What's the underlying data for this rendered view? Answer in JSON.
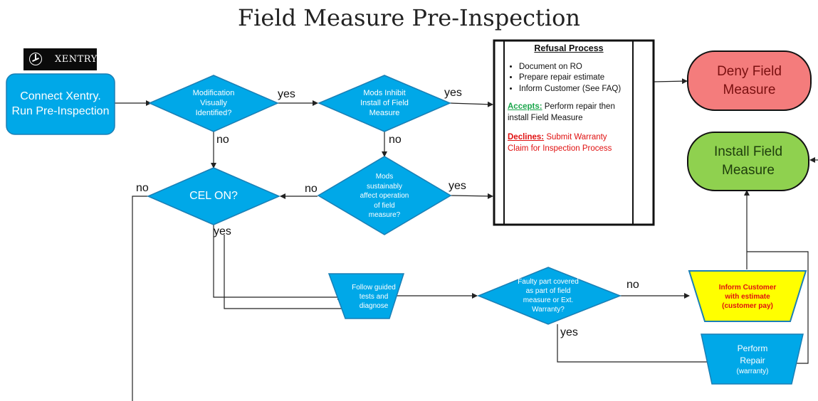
{
  "title": "Field Measure Pre-Inspection",
  "logo": {
    "brand": "XENTRY",
    "icon": "mercedes-star-icon"
  },
  "colors": {
    "process": "#00a8e8",
    "deny": "#f47c7c",
    "install": "#8fd14f",
    "inform": "#ffff00",
    "declines": "#e01010",
    "accepts": "#1aa64b"
  },
  "nodes": {
    "start": "Connect Xentry. Run Pre-Inspection",
    "modification": "Modification Visually Identified?",
    "mods_inhibit": "Mods Inhibit Install of Field Measure",
    "mods_affect": "Mods sustainably affect operation of field measure?",
    "cel": "CEL ON?",
    "follow": "Follow guided tests and diagnose",
    "faulty": "Faulty part covered as part of field measure or Ext. Warranty?",
    "inform": "Inform Customer with estimate (customer pay)",
    "perform_title": "Perform Repair",
    "perform_sub": "(warranty)",
    "deny": "Deny Field Measure",
    "install": "Install Field Measure"
  },
  "refusal": {
    "heading": "Refusal Process",
    "bullets": [
      "Document on RO",
      "Prepare repair estimate",
      "Inform Customer (See FAQ)"
    ],
    "accepts_label": "Accepts:",
    "accepts_text": "Perform repair then install Field Measure",
    "declines_label": "Declines:",
    "declines_text": "Submit Warranty Claim for Inspection Process"
  },
  "edge_labels": {
    "mod_yes": "yes",
    "mod_no": "no",
    "inhibit_yes": "yes",
    "inhibit_no": "no",
    "affect_yes": "yes",
    "affect_no": "no",
    "cel_no": "no",
    "cel_yes": "yes",
    "faulty_no": "no",
    "faulty_yes": "yes"
  }
}
